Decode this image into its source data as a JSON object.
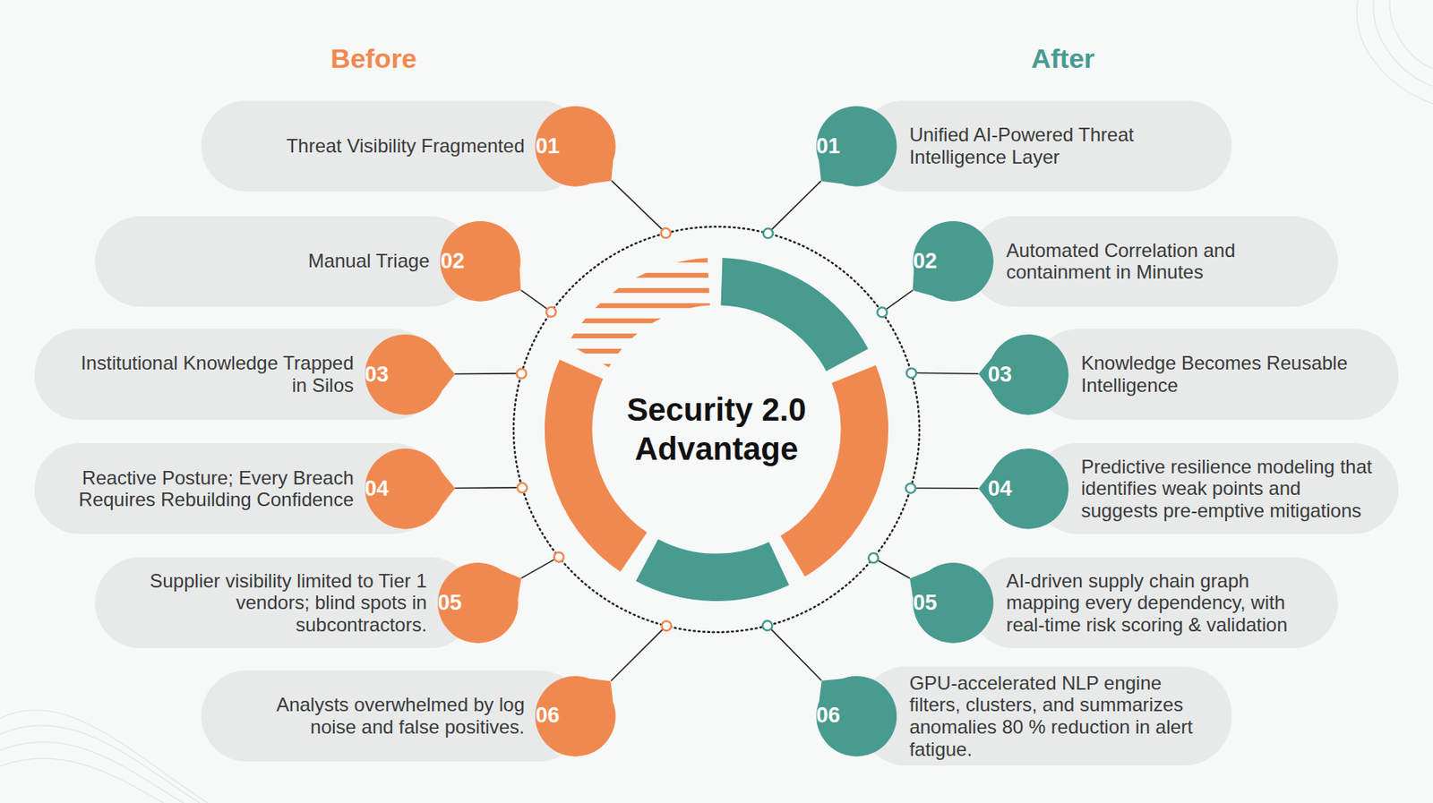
{
  "diagram": {
    "nodes": [
      {
        "text": [
          "Security 2.0 Advantage"
        ]
      },
      {
        "text": [
          "Threat Visibility Fragmented"
        ]
      },
      {
        "text": [
          "01"
        ],
        "in": 1
      },
      {
        "text": [
          "Manual Triage"
        ]
      },
      {
        "text": [
          "02"
        ],
        "in": 3
      },
      {
        "text": [
          "Institutional Knowledge Trapped in Silos"
        ]
      },
      {
        "text": [
          "03"
        ],
        "in": 5
      },
      {
        "text": [
          "Reactive Posture; Every Breach Requires Rebuilding Confidence"
        ]
      },
      {
        "text": [
          "04"
        ],
        "in": 7
      },
      {
        "text": [
          "Supplier visibility limited to Tier 1 vendors; blind spots in subcontractors."
        ]
      },
      {
        "text": [
          "05"
        ],
        "in": 9
      },
      {
        "text": [
          "Analysts overwhelmed by log noise and false positives."
        ]
      },
      {
        "text": [
          "06"
        ],
        "in": 11
      },
      {
        "text": [
          "Unified AI-Powered Threat Intelligence Layer"
        ]
      },
      {
        "text": [
          "01"
        ],
        "in": 13
      },
      {
        "text": [
          "Automated Correlation and containment in Minutes"
        ]
      },
      {
        "text": [
          "02"
        ],
        "in": 15
      },
      {
        "text": [
          "Knowledge Becomes Reusable Intelligence"
        ]
      },
      {
        "text": [
          "03"
        ],
        "in": 17
      },
      {
        "text": [
          "Predictive resilience modeling that identifies weak points and suggests pre-emptive mitigations"
        ]
      },
      {
        "text": [
          "04"
        ],
        "in": 19
      },
      {
        "text": [
          "AI-driven supply chain graph mapping every dependency, with real-time risk scoring & validation"
        ]
      },
      {
        "text": [
          "05"
        ],
        "in": 21
      },
      {
        "text": [
          "GPU-accelerated NLP engine filters, clusters, and summarizes anomalies 80 % reduction in alert fatigue."
        ]
      },
      {
        "text": [
          "06"
        ],
        "in": 23
      }
    ],
    "edges": [
      {
        "from": 2,
        "to": 0,
        "arrow": "none"
      },
      {
        "from": 4,
        "to": 0,
        "arrow": "none"
      },
      {
        "from": 6,
        "to": 0,
        "arrow": "none"
      },
      {
        "from": 8,
        "to": 0,
        "arrow": "none"
      },
      {
        "from": 10,
        "to": 0,
        "arrow": "none"
      },
      {
        "from": 12,
        "to": 0,
        "arrow": "none"
      },
      {
        "from": 14,
        "to": 0,
        "arrow": "none"
      },
      {
        "from": 16,
        "to": 0,
        "arrow": "none"
      },
      {
        "from": 18,
        "to": 0,
        "arrow": "none"
      },
      {
        "from": 20,
        "to": 0,
        "arrow": "none"
      },
      {
        "from": 22,
        "to": 0,
        "arrow": "none"
      },
      {
        "from": 24,
        "to": 0,
        "arrow": "none"
      }
    ],
    "labels": [
      "Before",
      "After"
    ]
  }
}
